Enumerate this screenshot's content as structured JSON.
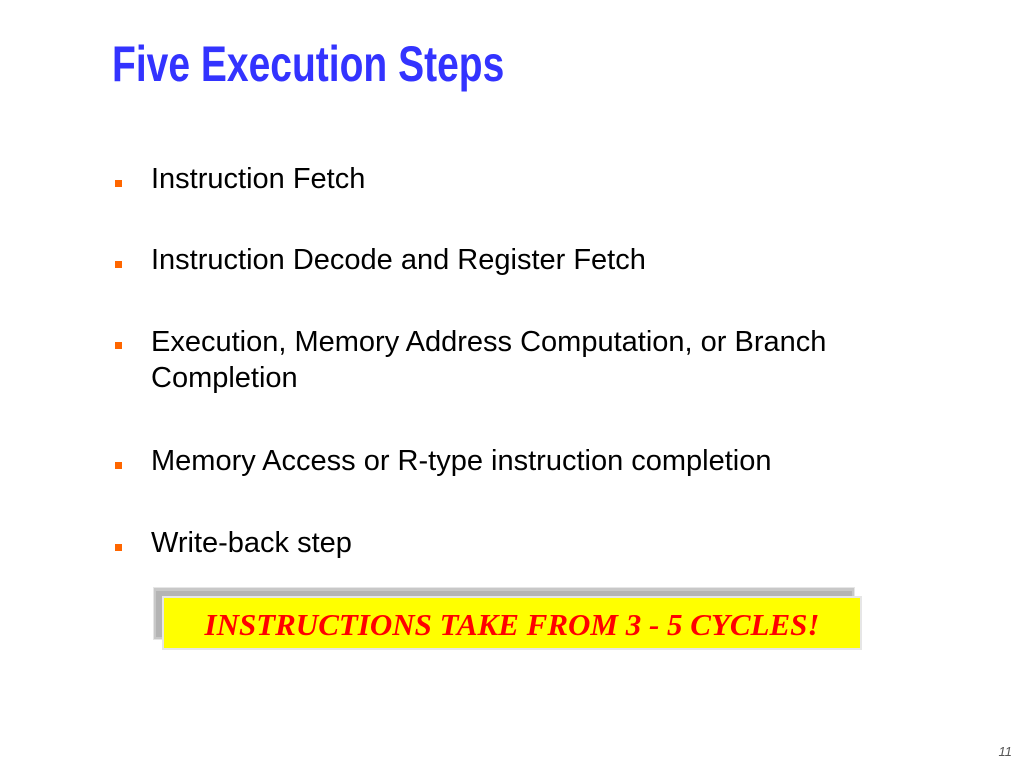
{
  "slide": {
    "title": "Five Execution Steps",
    "bullets": [
      {
        "text": "Instruction Fetch"
      },
      {
        "text": "Instruction Decode and Register Fetch"
      },
      {
        "text": "Execution, Memory Address Computation, or Branch Completion"
      },
      {
        "text": "Memory Access or R-type instruction completion"
      },
      {
        "text": "Write-back step"
      }
    ],
    "callout": "INSTRUCTIONS TAKE FROM 3 - 5 CYCLES!",
    "page_number": "11"
  },
  "colors": {
    "title": "#3333ff",
    "bullet_marker": "#ff6600",
    "callout_background": "#ffff00",
    "callout_text": "#ff0000"
  },
  "icons": {
    "bullet": "square-bullet-icon"
  }
}
